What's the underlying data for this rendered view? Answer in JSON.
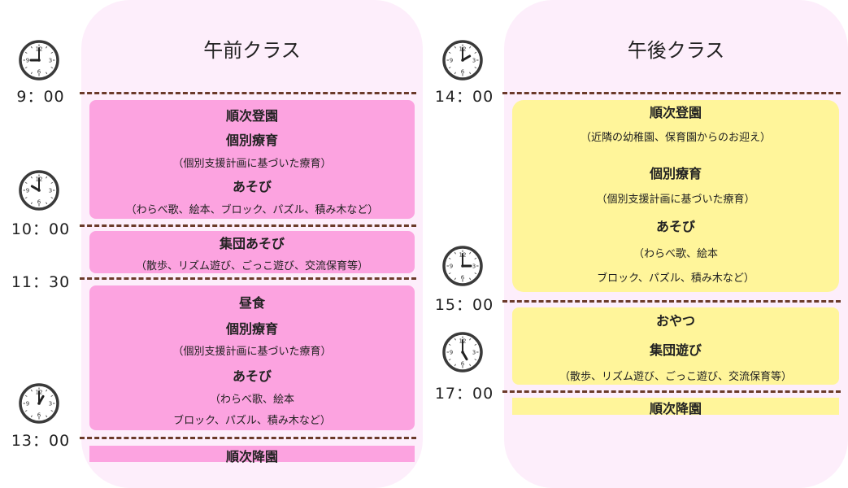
{
  "morning": {
    "title": "午前クラス",
    "times": [
      "9：00",
      "10：00",
      "11：30",
      "13：00"
    ],
    "block1": {
      "l1": "順次登園",
      "l2": "個別療育",
      "l3": "（個別支援計画に基づいた療育）",
      "l4": "あそび",
      "l5": "（わらべ歌、絵本、ブロック、パズル、積み木など）"
    },
    "block2": {
      "l1": "集団あそび",
      "l2": "（散歩、リズム遊び、ごっこ遊び、交流保育等）"
    },
    "block3": {
      "l1": "昼食",
      "l2": "個別療育",
      "l3": "（個別支援計画に基づいた療育）",
      "l4": "あそび",
      "l5": "（わらべ歌、絵本",
      "l6": "ブロック、パズル、積み木など）"
    },
    "block4": {
      "l1": "順次降園"
    }
  },
  "afternoon": {
    "title": "午後クラス",
    "times": [
      "14：00",
      "15：00",
      "17：00"
    ],
    "block1": {
      "l1": "順次登園",
      "l2": "（近隣の幼稚園、保育園からのお迎え）",
      "l3": "個別療育",
      "l4": "（個別支援計画に基づいた療育）",
      "l5": "あそび",
      "l6": "（わらべ歌、絵本",
      "l7": "ブロック、パズル、積み木など）"
    },
    "block2": {
      "l1": "おやつ",
      "l2": "集団遊び",
      "l3": "（散歩、リズム遊び、ごっこ遊び、交流保育等）"
    },
    "block3": {
      "l1": "順次降園"
    }
  },
  "colors": {
    "panel": "#fdeefb",
    "morning_block": "#fca3e0",
    "afternoon_block": "#fff59a",
    "divider": "#6b3a2a"
  },
  "clocks": {
    "c1": {
      "hour": 9,
      "minute": 0
    },
    "c2": {
      "hour": 10,
      "minute": 0
    },
    "c3": {
      "hour": 13,
      "minute": 0
    },
    "c4": {
      "hour": 14,
      "minute": 0
    },
    "c5": {
      "hour": 15,
      "minute": 0
    },
    "c6": {
      "hour": 17,
      "minute": 0
    }
  }
}
